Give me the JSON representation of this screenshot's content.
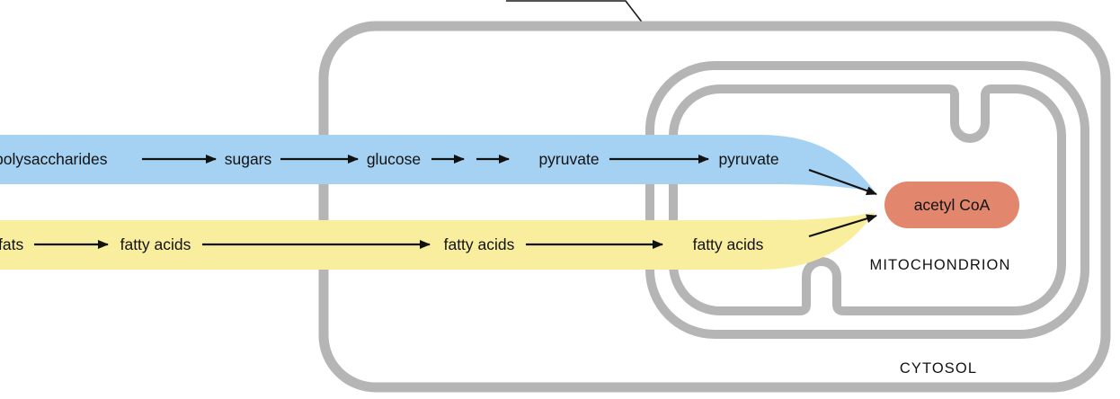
{
  "colors": {
    "membrane": "#b5b5b5",
    "blue_band": "#a5d2f3",
    "yellow_band": "#f9ee9e",
    "acetyl_pill": "#e2876e",
    "arrow": "#111111",
    "text": "#111111"
  },
  "pathways": {
    "carbohydrate": {
      "steps": [
        "polysaccharides",
        "sugars",
        "glucose",
        "pyruvate",
        "pyruvate"
      ]
    },
    "fat": {
      "steps": [
        "fats",
        "fatty acids",
        "fatty acids",
        "fatty acids"
      ]
    },
    "product": "acetyl CoA"
  },
  "compartments": {
    "mitochondrion": "MITOCHONDRION",
    "cytosol": "CYTOSOL"
  }
}
